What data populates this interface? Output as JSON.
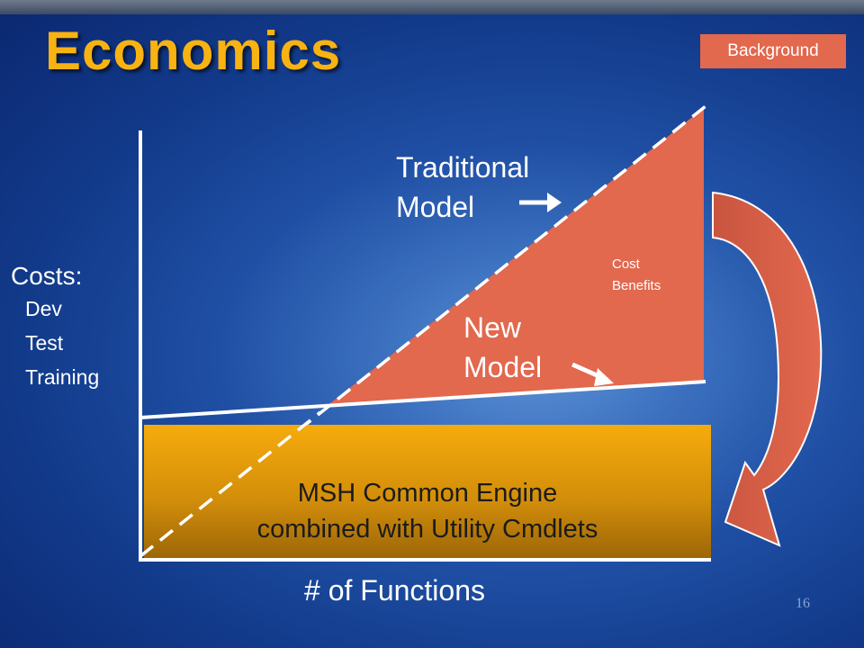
{
  "slide": {
    "title": "Economics",
    "badge": "Background",
    "page_number": "16"
  },
  "diagram": {
    "y_axis_label": "Costs:",
    "cost_items": [
      "Dev",
      "Test",
      "Training"
    ],
    "traditional_label": [
      "Traditional",
      "Model"
    ],
    "new_label": [
      "New",
      "Model"
    ],
    "benefit_label": [
      "Cost",
      "Benefits"
    ],
    "engine_label": [
      "MSH Common Engine",
      "combined with Utility Cmdlets"
    ],
    "x_axis_label": "# of Functions",
    "colors": {
      "title": "#f8b312",
      "benefit_area": "#e2684e",
      "engine_box": "#f6ab0c",
      "arrow": "#e2684e"
    }
  }
}
